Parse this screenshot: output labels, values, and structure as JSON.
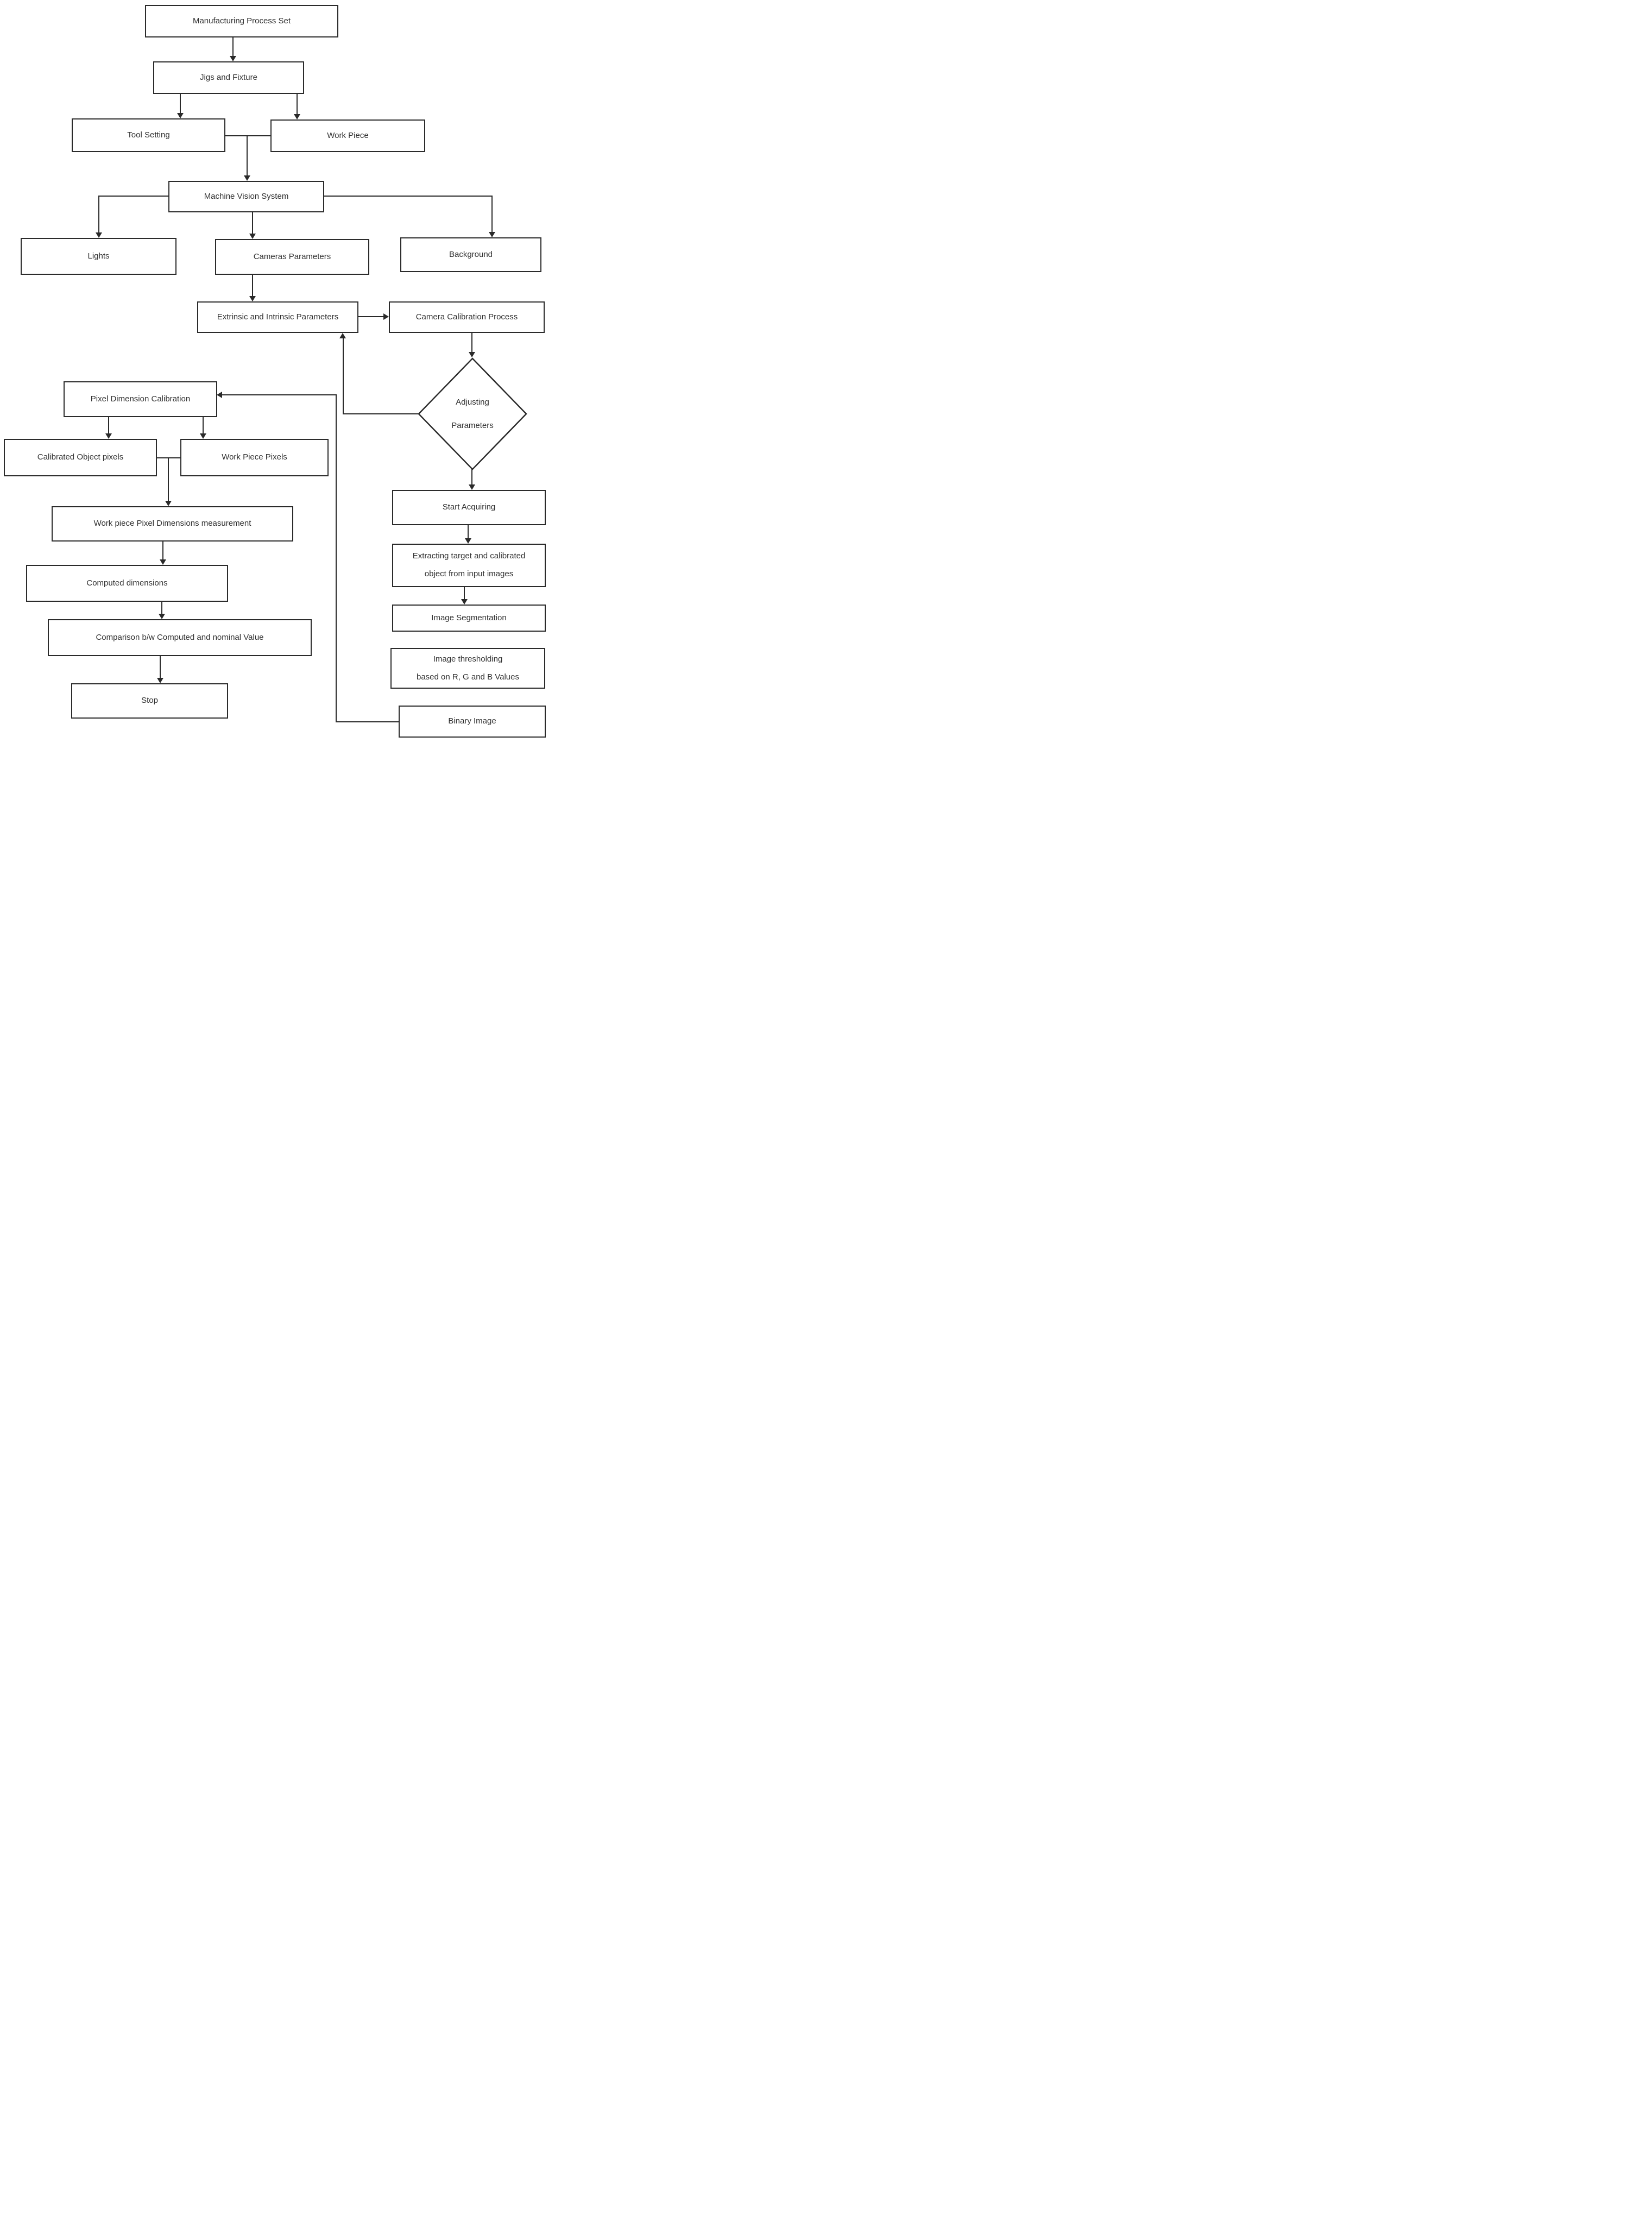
{
  "diagram_type": "flowchart",
  "colors": {
    "line": "#2a2a2a",
    "box_border": "#2b2b2b",
    "box_fill": "#ffffff",
    "text": "#303030",
    "page_bg": "#ffffff"
  },
  "nodes": {
    "manufacturing": "Manufacturing Process Set",
    "jigs": "Jigs and Fixture",
    "tool_setting": "Tool Setting",
    "work_piece": "Work Piece",
    "mvs": "Machine Vision System",
    "lights": "Lights",
    "cameras": "Cameras Parameters",
    "background": "Background",
    "extrinsic": "Extrinsic and Intrinsic Parameters",
    "ccp": "Camera Calibration Process",
    "adjusting": {
      "line1": "Adjusting",
      "line2": "Parameters"
    },
    "pixel_dim": "Pixel Dimension Calibration",
    "calibrated": "Calibrated Object pixels",
    "wpp": "Work Piece Pixels",
    "measurement": "Work piece Pixel Dimensions measurement",
    "computed": "Computed dimensions",
    "comparison": "Comparison b/w Computed and nominal Value",
    "stop": "Stop",
    "start_acquiring": "Start Acquiring",
    "extracting": {
      "line1": "Extracting target and calibrated",
      "line2": "object from input images"
    },
    "segmentation": "Image Segmentation",
    "thresholding": {
      "line1": "Image thresholding",
      "line2": "based on R, G and B Values"
    },
    "binary": "Binary Image"
  }
}
